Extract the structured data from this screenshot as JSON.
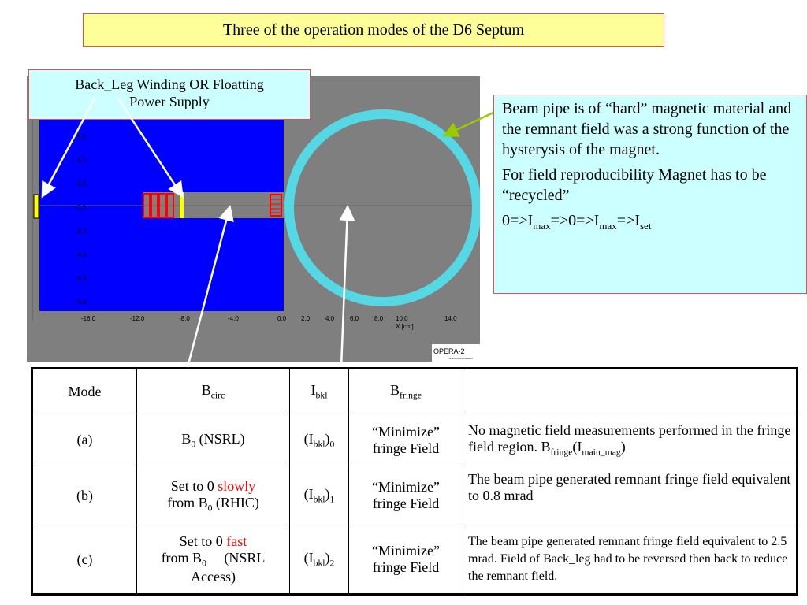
{
  "title": "Three of the operation modes of the D6 Septum",
  "callout": {
    "line1": "Back_Leg Winding OR Floatting",
    "line2": "Power Supply"
  },
  "sim": {
    "y_ticks": [
      "6.0",
      "4.0",
      "2.0",
      "0.0",
      "-2.0",
      "-4.0",
      "-6.0",
      "-8.0"
    ],
    "x_ticks": [
      "-16.0",
      "-12.0",
      "-8.0",
      "-4.0",
      "0.0",
      "2.0",
      "4.0",
      "6.0",
      "8.0",
      "10.0",
      "14.0"
    ],
    "x_label": "X [cm]",
    "logo": "OPERA-2",
    "logo_sub": "Pre and Post-Processor",
    "colors": {
      "iron": "#0000ff",
      "background": "#7f7f7f",
      "pipe": "#55d8e3",
      "coil": "#ff0000",
      "winding": "#ffff00"
    }
  },
  "note": {
    "para1": "Beam pipe is of “hard” magnetic material and the remnant field was a strong function of the  hysterysis of the magnet.",
    "para2": "For field reproducibility Magnet has to be “recycled”",
    "formula": {
      "a": "0=>I",
      "max1": "max",
      "b": "=>0=>I",
      "max2": "max",
      "c": "=>I",
      "set": "set"
    }
  },
  "table": {
    "headers": {
      "mode": "Mode",
      "bcirc": "B",
      "bcirc_sub": "circ",
      "ibkl": "I",
      "ibkl_sub": "bkl",
      "bfringe": "B",
      "bfringe_sub": "fringe",
      "desc": ""
    },
    "rows": [
      {
        "mode": "(a)",
        "bcirc_a": "B",
        "bcirc_sub": "0",
        "bcirc_b": " (NSRL)",
        "ibkl_a": "(I",
        "ibkl_sub": "bkl",
        "ibkl_b": ")",
        "ibkl_idx": "0",
        "fringe1": "“Minimize”",
        "fringe2": "fringe Field",
        "desc_a": "No magnetic field measurements performed in the fringe field region. B",
        "desc_sub1": "fringe",
        "desc_b": "(I",
        "desc_sub2": "main_mag",
        "desc_c": ")"
      },
      {
        "mode": "(b)",
        "set": "Set to 0 ",
        "speed": "slowly",
        "from_a": "from B",
        "from_sub": "0",
        "from_b": " (RHIC)",
        "ibkl_a": "(I",
        "ibkl_sub": "bkl",
        "ibkl_b": ")",
        "ibkl_idx": "1",
        "fringe1": "“Minimize”",
        "fringe2": "fringe Field",
        "desc": "The beam pipe generated remnant fringe field equivalent to 0.8 mrad"
      },
      {
        "mode": "(c)",
        "set": "Set to 0 ",
        "speed": "fast",
        "from_a": "from B",
        "from_sub": "0",
        "from_b": "     (NSRL",
        "from_c": "Access)",
        "ibkl_a": "(I",
        "ibkl_sub": "bkl",
        "ibkl_b": ")",
        "ibkl_idx": "2",
        "fringe1": "“Minimize”",
        "fringe2": "fringe Field",
        "desc": "The beam pipe generated remnant fringe field equivalent to  2.5 mrad. Field of Back_leg had to be reversed then back to reduce the remnant field."
      }
    ]
  }
}
